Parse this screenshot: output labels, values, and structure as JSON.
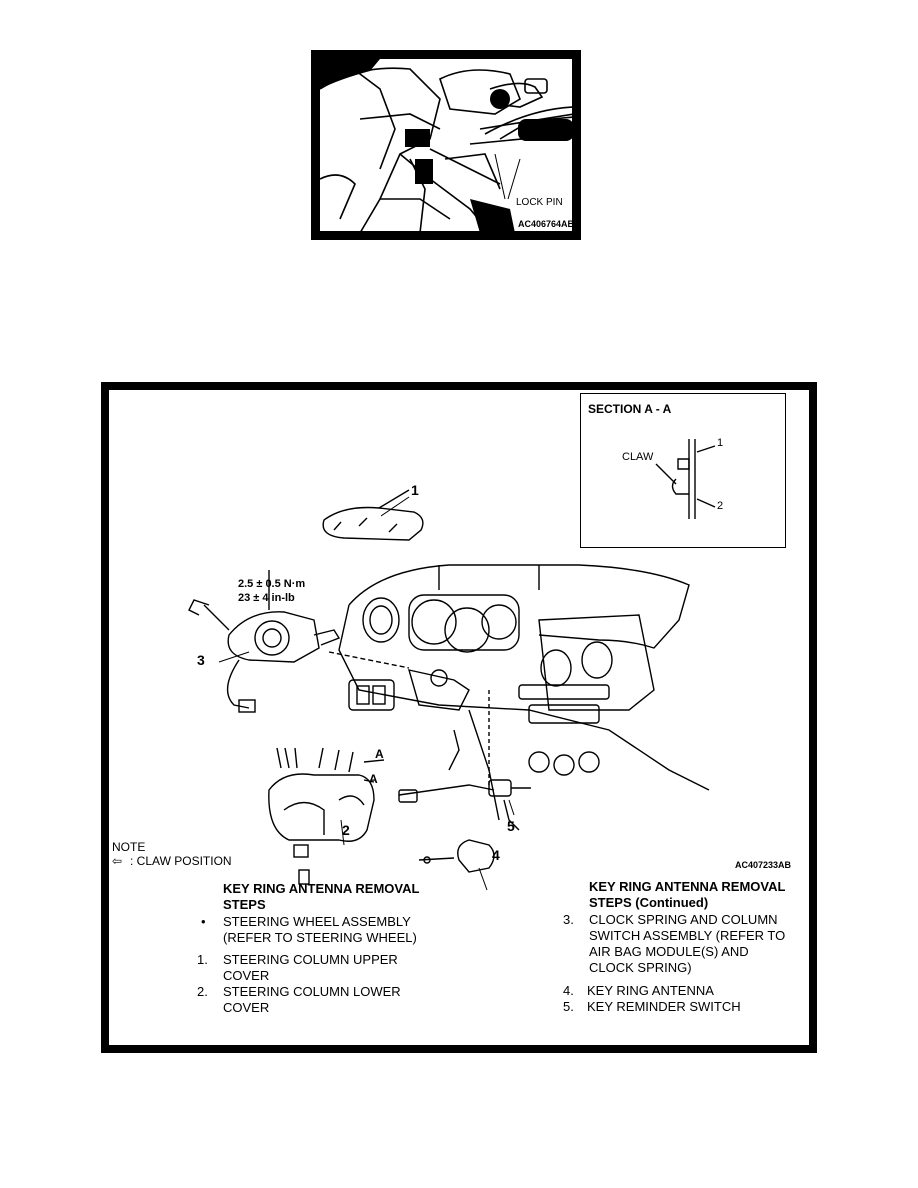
{
  "figure1": {
    "callout": "LOCK PIN",
    "code": "AC406764AB"
  },
  "figure2": {
    "section": {
      "title": "SECTION A - A",
      "claw_label": "CLAW",
      "label_1": "1",
      "label_2": "2"
    },
    "callouts": {
      "c1": "1",
      "c2": "2",
      "c3": "3",
      "c4": "4",
      "c5": "5",
      "a1": "A",
      "a2": "A"
    },
    "torque": {
      "line1": "2.5 ± 0.5 N·m",
      "line2": "23 ± 4 in-lb"
    },
    "note": {
      "title": "NOTE",
      "legend": ": CLAW POSITION"
    },
    "code": "AC407233AB",
    "steps_left": {
      "heading1": "KEY RING ANTENNA REMOVAL",
      "heading2": "STEPS",
      "items": [
        {
          "num": "•",
          "line1": "STEERING WHEEL ASSEMBLY",
          "line2": "(REFER TO STEERING WHEEL)"
        },
        {
          "num": "1.",
          "line1": "STEERING COLUMN UPPER",
          "line2": "COVER"
        },
        {
          "num": "2.",
          "line1": "STEERING COLUMN LOWER",
          "line2": "COVER"
        }
      ]
    },
    "steps_right": {
      "heading1": "KEY RING ANTENNA REMOVAL",
      "heading2": "STEPS (Continued)",
      "items": [
        {
          "num": "3.",
          "line1": "CLOCK SPRING AND COLUMN",
          "line2": "SWITCH ASSEMBLY (REFER TO",
          "line3": "AIR BAG MODULE(S) AND",
          "line4": "CLOCK SPRING)"
        },
        {
          "num": "4.",
          "line1": "KEY RING ANTENNA"
        },
        {
          "num": "5.",
          "line1": "KEY REMINDER SWITCH"
        }
      ]
    }
  }
}
